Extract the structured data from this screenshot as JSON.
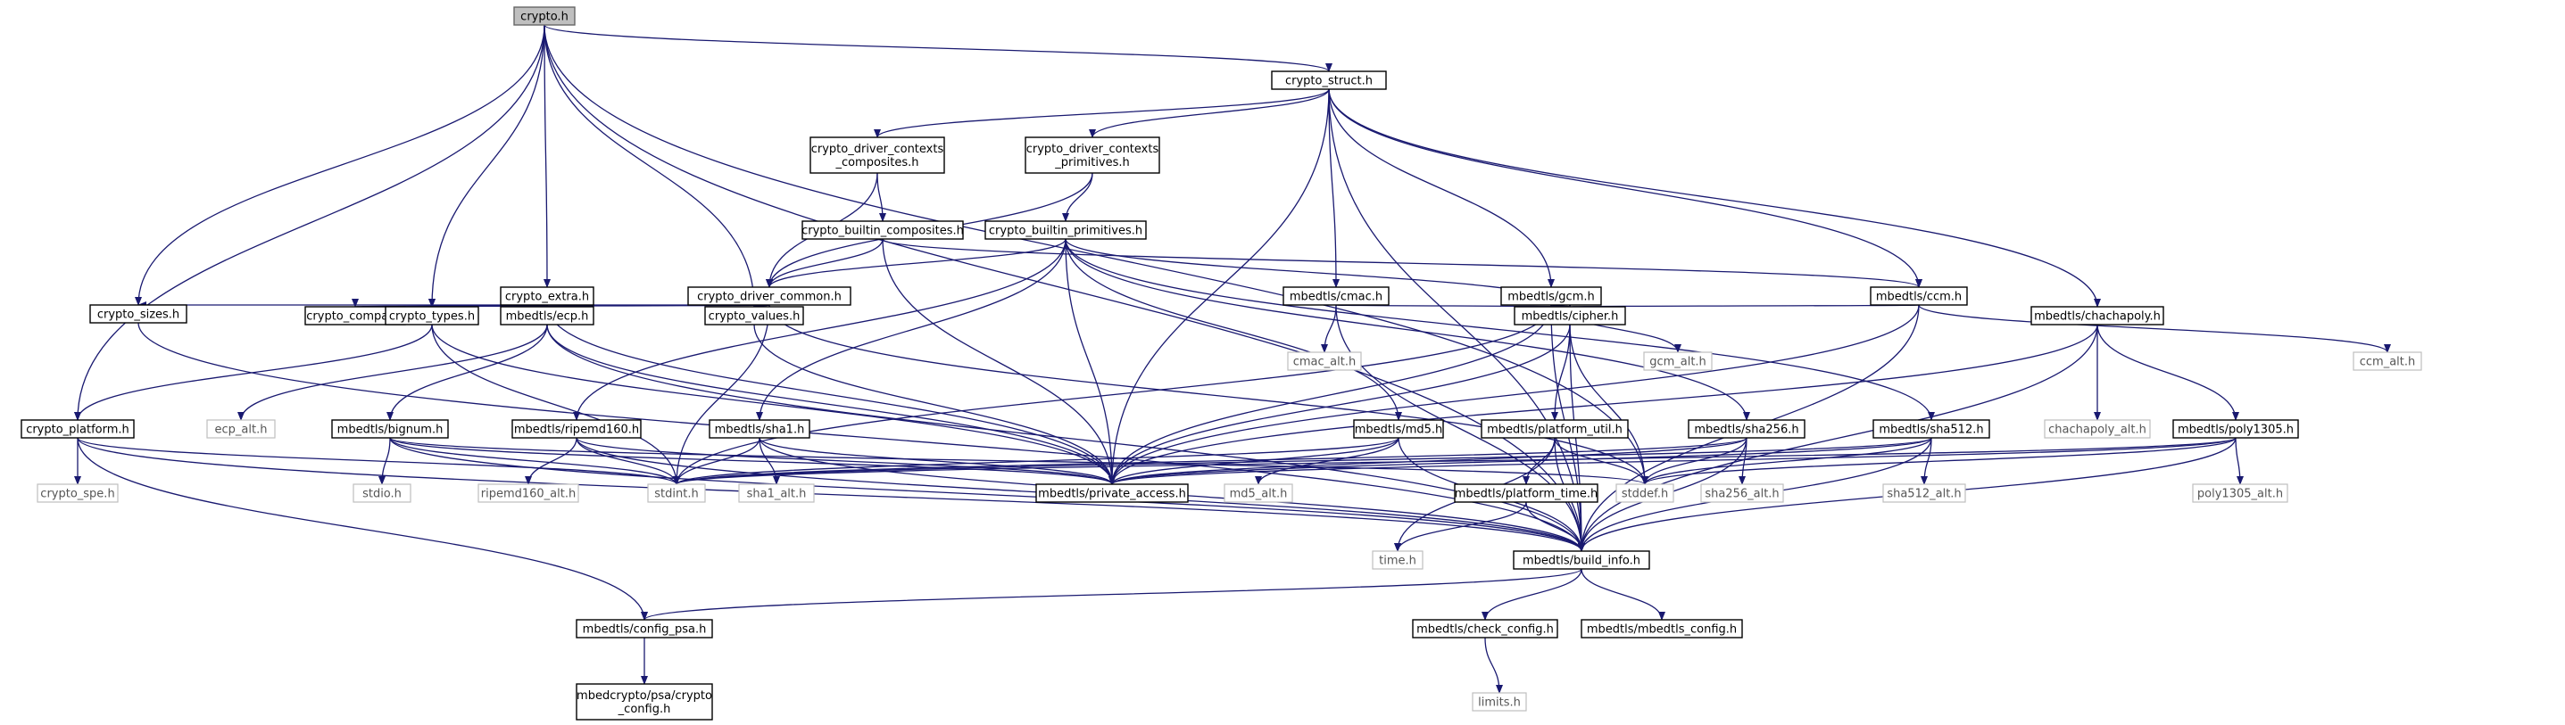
{
  "graph": {
    "nodes": [
      {
        "id": "crypto_h",
        "label": [
          "crypto.h"
        ],
        "kind": "root"
      },
      {
        "id": "crypto_struct_h",
        "label": [
          "crypto_struct.h"
        ],
        "kind": "file"
      },
      {
        "id": "crypto_driver_contexts_composites_h",
        "label": [
          "crypto_driver_contexts",
          "_composites.h"
        ],
        "kind": "file"
      },
      {
        "id": "crypto_driver_contexts_primitives_h",
        "label": [
          "crypto_driver_contexts",
          "_primitives.h"
        ],
        "kind": "file"
      },
      {
        "id": "crypto_builtin_composites_h",
        "label": [
          "crypto_builtin_composites.h"
        ],
        "kind": "file"
      },
      {
        "id": "crypto_builtin_primitives_h",
        "label": [
          "crypto_builtin_primitives.h"
        ],
        "kind": "file"
      },
      {
        "id": "crypto_extra_h",
        "label": [
          "crypto_extra.h"
        ],
        "kind": "file"
      },
      {
        "id": "crypto_driver_common_h",
        "label": [
          "crypto_driver_common.h"
        ],
        "kind": "file"
      },
      {
        "id": "mbedtls_cmac_h",
        "label": [
          "mbedtls/cmac.h"
        ],
        "kind": "file"
      },
      {
        "id": "mbedtls_gcm_h",
        "label": [
          "mbedtls/gcm.h"
        ],
        "kind": "file"
      },
      {
        "id": "mbedtls_ccm_h",
        "label": [
          "mbedtls/ccm.h"
        ],
        "kind": "file"
      },
      {
        "id": "crypto_sizes_h",
        "label": [
          "crypto_sizes.h"
        ],
        "kind": "file"
      },
      {
        "id": "crypto_compat_h",
        "label": [
          "crypto_compat.h"
        ],
        "kind": "file"
      },
      {
        "id": "crypto_types_h",
        "label": [
          "crypto_types.h"
        ],
        "kind": "file"
      },
      {
        "id": "mbedtls_ecp_h",
        "label": [
          "mbedtls/ecp.h"
        ],
        "kind": "file"
      },
      {
        "id": "crypto_values_h",
        "label": [
          "crypto_values.h"
        ],
        "kind": "file"
      },
      {
        "id": "cmac_alt_h",
        "label": [
          "cmac_alt.h"
        ],
        "kind": "ext"
      },
      {
        "id": "mbedtls_cipher_h",
        "label": [
          "mbedtls/cipher.h"
        ],
        "kind": "file"
      },
      {
        "id": "gcm_alt_h",
        "label": [
          "gcm_alt.h"
        ],
        "kind": "ext"
      },
      {
        "id": "mbedtls_chachapoly_h",
        "label": [
          "mbedtls/chachapoly.h"
        ],
        "kind": "file"
      },
      {
        "id": "ccm_alt_h",
        "label": [
          "ccm_alt.h"
        ],
        "kind": "ext"
      },
      {
        "id": "crypto_platform_h",
        "label": [
          "crypto_platform.h"
        ],
        "kind": "file"
      },
      {
        "id": "ecp_alt_h",
        "label": [
          "ecp_alt.h"
        ],
        "kind": "ext"
      },
      {
        "id": "mbedtls_bignum_h",
        "label": [
          "mbedtls/bignum.h"
        ],
        "kind": "file"
      },
      {
        "id": "mbedtls_ripemd160_h",
        "label": [
          "mbedtls/ripemd160.h"
        ],
        "kind": "file"
      },
      {
        "id": "mbedtls_sha1_h",
        "label": [
          "mbedtls/sha1.h"
        ],
        "kind": "file"
      },
      {
        "id": "mbedtls_md5_h",
        "label": [
          "mbedtls/md5.h"
        ],
        "kind": "file"
      },
      {
        "id": "mbedtls_platform_util_h",
        "label": [
          "mbedtls/platform_util.h"
        ],
        "kind": "file"
      },
      {
        "id": "mbedtls_sha256_h",
        "label": [
          "mbedtls/sha256.h"
        ],
        "kind": "file"
      },
      {
        "id": "mbedtls_sha512_h",
        "label": [
          "mbedtls/sha512.h"
        ],
        "kind": "file"
      },
      {
        "id": "chachapoly_alt_h",
        "label": [
          "chachapoly_alt.h"
        ],
        "kind": "ext"
      },
      {
        "id": "mbedtls_poly1305_h",
        "label": [
          "mbedtls/poly1305.h"
        ],
        "kind": "file"
      },
      {
        "id": "crypto_spe_h",
        "label": [
          "crypto_spe.h"
        ],
        "kind": "ext"
      },
      {
        "id": "stdio_h",
        "label": [
          "stdio.h"
        ],
        "kind": "ext"
      },
      {
        "id": "ripemd160_alt_h",
        "label": [
          "ripemd160_alt.h"
        ],
        "kind": "ext"
      },
      {
        "id": "stdint_h",
        "label": [
          "stdint.h"
        ],
        "kind": "ext"
      },
      {
        "id": "sha1_alt_h",
        "label": [
          "sha1_alt.h"
        ],
        "kind": "ext"
      },
      {
        "id": "mbedtls_private_access_h",
        "label": [
          "mbedtls/private_access.h"
        ],
        "kind": "file"
      },
      {
        "id": "md5_alt_h",
        "label": [
          "md5_alt.h"
        ],
        "kind": "ext"
      },
      {
        "id": "mbedtls_platform_time_h",
        "label": [
          "mbedtls/platform_time.h"
        ],
        "kind": "file"
      },
      {
        "id": "stddef_h",
        "label": [
          "stddef.h"
        ],
        "kind": "ext"
      },
      {
        "id": "sha256_alt_h",
        "label": [
          "sha256_alt.h"
        ],
        "kind": "ext"
      },
      {
        "id": "sha512_alt_h",
        "label": [
          "sha512_alt.h"
        ],
        "kind": "ext"
      },
      {
        "id": "poly1305_alt_h",
        "label": [
          "poly1305_alt.h"
        ],
        "kind": "ext"
      },
      {
        "id": "time_h",
        "label": [
          "time.h"
        ],
        "kind": "ext"
      },
      {
        "id": "mbedtls_build_info_h",
        "label": [
          "mbedtls/build_info.h"
        ],
        "kind": "file"
      },
      {
        "id": "mbedtls_config_psa_h",
        "label": [
          "mbedtls/config_psa.h"
        ],
        "kind": "file"
      },
      {
        "id": "mbedtls_check_config_h",
        "label": [
          "mbedtls/check_config.h"
        ],
        "kind": "file"
      },
      {
        "id": "mbedtls_mbedtls_config_h",
        "label": [
          "mbedtls/mbedtls_config.h"
        ],
        "kind": "file"
      },
      {
        "id": "mbedcrypto_psa_crypto_config_h",
        "label": [
          "mbedcrypto/psa/crypto",
          "_config.h"
        ],
        "kind": "file"
      },
      {
        "id": "limits_h",
        "label": [
          "limits.h"
        ],
        "kind": "ext"
      }
    ],
    "edges": [
      [
        "crypto_h",
        "crypto_struct_h"
      ],
      [
        "crypto_h",
        "crypto_extra_h"
      ],
      [
        "crypto_h",
        "crypto_sizes_h"
      ],
      [
        "crypto_h",
        "crypto_types_h"
      ],
      [
        "crypto_h",
        "crypto_values_h"
      ],
      [
        "crypto_h",
        "crypto_platform_h"
      ],
      [
        "crypto_h",
        "mbedtls_build_info_h"
      ],
      [
        "crypto_h",
        "stddef_h"
      ],
      [
        "crypto_struct_h",
        "crypto_driver_contexts_composites_h"
      ],
      [
        "crypto_struct_h",
        "crypto_driver_contexts_primitives_h"
      ],
      [
        "crypto_struct_h",
        "mbedtls_cmac_h"
      ],
      [
        "crypto_struct_h",
        "mbedtls_gcm_h"
      ],
      [
        "crypto_struct_h",
        "mbedtls_ccm_h"
      ],
      [
        "crypto_struct_h",
        "mbedtls_chachapoly_h"
      ],
      [
        "crypto_struct_h",
        "mbedtls_private_access_h"
      ],
      [
        "crypto_struct_h",
        "mbedtls_build_info_h"
      ],
      [
        "crypto_driver_contexts_composites_h",
        "crypto_builtin_composites_h"
      ],
      [
        "crypto_driver_contexts_composites_h",
        "crypto_driver_common_h"
      ],
      [
        "crypto_driver_contexts_primitives_h",
        "crypto_builtin_primitives_h"
      ],
      [
        "crypto_driver_contexts_primitives_h",
        "crypto_driver_common_h"
      ],
      [
        "crypto_builtin_composites_h",
        "crypto_driver_common_h"
      ],
      [
        "crypto_builtin_composites_h",
        "mbedtls_ccm_h"
      ],
      [
        "crypto_builtin_composites_h",
        "mbedtls_private_access_h"
      ],
      [
        "crypto_builtin_primitives_h",
        "crypto_driver_common_h"
      ],
      [
        "crypto_builtin_primitives_h",
        "mbedtls_md5_h"
      ],
      [
        "crypto_builtin_primitives_h",
        "mbedtls_ripemd160_h"
      ],
      [
        "crypto_builtin_primitives_h",
        "mbedtls_sha1_h"
      ],
      [
        "crypto_builtin_primitives_h",
        "mbedtls_sha256_h"
      ],
      [
        "crypto_builtin_primitives_h",
        "mbedtls_sha512_h"
      ],
      [
        "crypto_builtin_primitives_h",
        "mbedtls_cipher_h"
      ],
      [
        "crypto_builtin_primitives_h",
        "mbedtls_private_access_h"
      ],
      [
        "crypto_extra_h",
        "crypto_compat_h"
      ],
      [
        "crypto_extra_h",
        "crypto_types_h"
      ],
      [
        "crypto_extra_h",
        "mbedtls_ecp_h"
      ],
      [
        "crypto_extra_h",
        "mbedtls_private_access_h"
      ],
      [
        "crypto_driver_common_h",
        "crypto_types_h"
      ],
      [
        "crypto_driver_common_h",
        "crypto_values_h"
      ],
      [
        "crypto_driver_common_h",
        "crypto_sizes_h"
      ],
      [
        "crypto_driver_common_h",
        "stddef_h"
      ],
      [
        "crypto_driver_common_h",
        "stdint_h"
      ],
      [
        "mbedtls_cmac_h",
        "cmac_alt_h"
      ],
      [
        "mbedtls_cmac_h",
        "mbedtls_cipher_h"
      ],
      [
        "mbedtls_cmac_h",
        "mbedtls_build_info_h"
      ],
      [
        "mbedtls_gcm_h",
        "gcm_alt_h"
      ],
      [
        "mbedtls_gcm_h",
        "mbedtls_cipher_h"
      ],
      [
        "mbedtls_gcm_h",
        "mbedtls_build_info_h"
      ],
      [
        "mbedtls_gcm_h",
        "mbedtls_private_access_h"
      ],
      [
        "mbedtls_gcm_h",
        "stdint_h"
      ],
      [
        "mbedtls_ccm_h",
        "ccm_alt_h"
      ],
      [
        "mbedtls_ccm_h",
        "mbedtls_cipher_h"
      ],
      [
        "mbedtls_ccm_h",
        "mbedtls_build_info_h"
      ],
      [
        "mbedtls_ccm_h",
        "mbedtls_private_access_h"
      ],
      [
        "crypto_sizes_h",
        "mbedtls_build_info_h"
      ],
      [
        "crypto_types_h",
        "crypto_platform_h"
      ],
      [
        "crypto_types_h",
        "stdint_h"
      ],
      [
        "crypto_types_h",
        "mbedtls_private_access_h"
      ],
      [
        "mbedtls_ecp_h",
        "ecp_alt_h"
      ],
      [
        "mbedtls_ecp_h",
        "mbedtls_bignum_h"
      ],
      [
        "mbedtls_ecp_h",
        "mbedtls_private_access_h"
      ],
      [
        "mbedtls_ecp_h",
        "mbedtls_build_info_h"
      ],
      [
        "crypto_values_h",
        "mbedtls_private_access_h"
      ],
      [
        "mbedtls_cipher_h",
        "mbedtls_platform_util_h"
      ],
      [
        "mbedtls_cipher_h",
        "mbedtls_private_access_h"
      ],
      [
        "mbedtls_cipher_h",
        "mbedtls_build_info_h"
      ],
      [
        "mbedtls_cipher_h",
        "stddef_h"
      ],
      [
        "mbedtls_chachapoly_h",
        "chachapoly_alt_h"
      ],
      [
        "mbedtls_chachapoly_h",
        "mbedtls_poly1305_h"
      ],
      [
        "mbedtls_chachapoly_h",
        "mbedtls_private_access_h"
      ],
      [
        "mbedtls_chachapoly_h",
        "mbedtls_build_info_h"
      ],
      [
        "crypto_platform_h",
        "crypto_spe_h"
      ],
      [
        "crypto_platform_h",
        "mbedtls_config_psa_h"
      ],
      [
        "crypto_platform_h",
        "stdint_h"
      ],
      [
        "crypto_platform_h",
        "mbedtls_build_info_h"
      ],
      [
        "mbedtls_bignum_h",
        "stdio_h"
      ],
      [
        "mbedtls_bignum_h",
        "stdint_h"
      ],
      [
        "mbedtls_bignum_h",
        "stddef_h"
      ],
      [
        "mbedtls_bignum_h",
        "mbedtls_private_access_h"
      ],
      [
        "mbedtls_bignum_h",
        "mbedtls_build_info_h"
      ],
      [
        "mbedtls_ripemd160_h",
        "ripemd160_alt_h"
      ],
      [
        "mbedtls_ripemd160_h",
        "stdint_h"
      ],
      [
        "mbedtls_ripemd160_h",
        "mbedtls_private_access_h"
      ],
      [
        "mbedtls_ripemd160_h",
        "mbedtls_build_info_h"
      ],
      [
        "mbedtls_sha1_h",
        "sha1_alt_h"
      ],
      [
        "mbedtls_sha1_h",
        "stdint_h"
      ],
      [
        "mbedtls_sha1_h",
        "mbedtls_private_access_h"
      ],
      [
        "mbedtls_sha1_h",
        "mbedtls_build_info_h"
      ],
      [
        "mbedtls_md5_h",
        "md5_alt_h"
      ],
      [
        "mbedtls_md5_h",
        "stdint_h"
      ],
      [
        "mbedtls_md5_h",
        "mbedtls_private_access_h"
      ],
      [
        "mbedtls_md5_h",
        "mbedtls_build_info_h"
      ],
      [
        "mbedtls_platform_util_h",
        "mbedtls_platform_time_h"
      ],
      [
        "mbedtls_platform_util_h",
        "stddef_h"
      ],
      [
        "mbedtls_platform_util_h",
        "time_h"
      ],
      [
        "mbedtls_platform_util_h",
        "mbedtls_build_info_h"
      ],
      [
        "mbedtls_sha256_h",
        "sha256_alt_h"
      ],
      [
        "mbedtls_sha256_h",
        "stdint_h"
      ],
      [
        "mbedtls_sha256_h",
        "stddef_h"
      ],
      [
        "mbedtls_sha256_h",
        "mbedtls_private_access_h"
      ],
      [
        "mbedtls_sha256_h",
        "mbedtls_build_info_h"
      ],
      [
        "mbedtls_sha512_h",
        "sha512_alt_h"
      ],
      [
        "mbedtls_sha512_h",
        "stdint_h"
      ],
      [
        "mbedtls_sha512_h",
        "stddef_h"
      ],
      [
        "mbedtls_sha512_h",
        "mbedtls_private_access_h"
      ],
      [
        "mbedtls_sha512_h",
        "mbedtls_build_info_h"
      ],
      [
        "mbedtls_poly1305_h",
        "poly1305_alt_h"
      ],
      [
        "mbedtls_poly1305_h",
        "stdint_h"
      ],
      [
        "mbedtls_poly1305_h",
        "stddef_h"
      ],
      [
        "mbedtls_poly1305_h",
        "mbedtls_private_access_h"
      ],
      [
        "mbedtls_poly1305_h",
        "mbedtls_build_info_h"
      ],
      [
        "mbedtls_platform_time_h",
        "time_h"
      ],
      [
        "mbedtls_platform_time_h",
        "mbedtls_build_info_h"
      ],
      [
        "mbedtls_build_info_h",
        "mbedtls_config_psa_h"
      ],
      [
        "mbedtls_build_info_h",
        "mbedtls_check_config_h"
      ],
      [
        "mbedtls_build_info_h",
        "mbedtls_mbedtls_config_h"
      ],
      [
        "mbedtls_config_psa_h",
        "mbedcrypto_psa_crypto_config_h"
      ],
      [
        "mbedtls_check_config_h",
        "limits_h"
      ]
    ]
  },
  "colors": {
    "edge": "#191970",
    "node_border": "#000000",
    "node_fill": "#ffffff",
    "root_fill": "#bfbfbf",
    "external_border": "#bfbfbf",
    "external_text": "#555555"
  }
}
